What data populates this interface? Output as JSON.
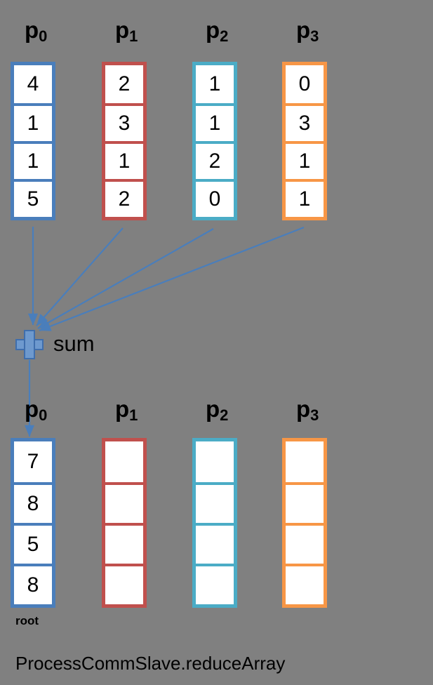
{
  "diagram": {
    "caption": "ProcessCommSlave.reduceArray",
    "root_label": "root",
    "operator_label": "sum",
    "operator_icon": "plus-icon",
    "background_color": "#808080",
    "palette": {
      "blue": "#4A7EBB",
      "red": "#C0504D",
      "cyan": "#4BACC6",
      "orange": "#F79646",
      "arrow": "#4A7EBB",
      "cell_fill": "#FFFFFF",
      "text": "#000000"
    },
    "input_row": {
      "columns": [
        {
          "name": "p",
          "index": "0",
          "color_key": "blue",
          "values": [
            "4",
            "1",
            "1",
            "5"
          ]
        },
        {
          "name": "p",
          "index": "1",
          "color_key": "red",
          "values": [
            "2",
            "3",
            "1",
            "2"
          ]
        },
        {
          "name": "p",
          "index": "2",
          "color_key": "cyan",
          "values": [
            "1",
            "1",
            "2",
            "0"
          ]
        },
        {
          "name": "p",
          "index": "3",
          "color_key": "orange",
          "values": [
            "0",
            "3",
            "1",
            "1"
          ]
        }
      ]
    },
    "output_row": {
      "columns": [
        {
          "name": "p",
          "index": "0",
          "color_key": "blue",
          "values": [
            "7",
            "8",
            "5",
            "8"
          ]
        },
        {
          "name": "p",
          "index": "1",
          "color_key": "red",
          "values": [
            "",
            "",
            "",
            ""
          ]
        },
        {
          "name": "p",
          "index": "2",
          "color_key": "cyan",
          "values": [
            "",
            "",
            "",
            ""
          ]
        },
        {
          "name": "p",
          "index": "3",
          "color_key": "orange",
          "values": [
            "",
            "",
            "",
            ""
          ]
        }
      ]
    }
  },
  "chart_data": {
    "type": "diagram",
    "title": "ProcessCommSlave.reduceArray",
    "description": "MPI-style reduce of four 4-element arrays onto the root process p0 using the sum operator",
    "operation": "sum",
    "root": "p0",
    "input_series": [
      {
        "name": "p0",
        "values": [
          4,
          1,
          1,
          5
        ]
      },
      {
        "name": "p1",
        "values": [
          2,
          3,
          1,
          2
        ]
      },
      {
        "name": "p2",
        "values": [
          1,
          1,
          2,
          0
        ]
      },
      {
        "name": "p3",
        "values": [
          0,
          3,
          1,
          1
        ]
      }
    ],
    "output_series": [
      {
        "name": "p0",
        "values": [
          7,
          8,
          5,
          8
        ]
      },
      {
        "name": "p1",
        "values": [
          null,
          null,
          null,
          null
        ]
      },
      {
        "name": "p2",
        "values": [
          null,
          null,
          null,
          null
        ]
      },
      {
        "name": "p3",
        "values": [
          null,
          null,
          null,
          null
        ]
      }
    ]
  }
}
